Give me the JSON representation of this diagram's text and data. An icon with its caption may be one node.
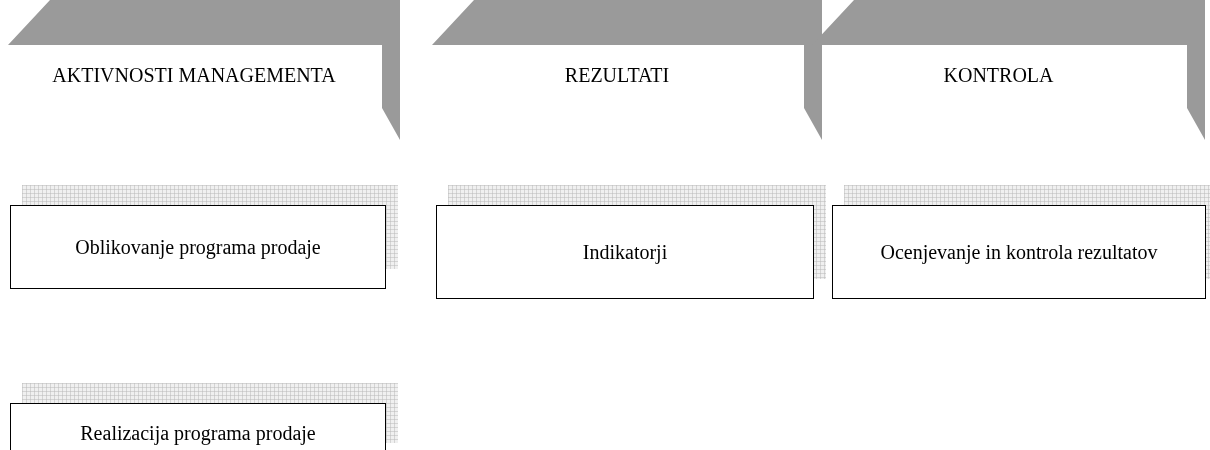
{
  "diagram": {
    "nodes": [
      {
        "text": [
          "AKTIVNOSTI MANAGEMENTA"
        ]
      },
      {
        "text": [
          "REZULTATI"
        ]
      },
      {
        "text": [
          "KONTROLA"
        ]
      },
      {
        "text": [
          "Oblikovanje programa prodaje"
        ]
      },
      {
        "text": [
          "Indikatorji"
        ]
      },
      {
        "text": [
          "Ocenjevanje in kontrola rezultatov"
        ]
      },
      {
        "text": [
          "Realizacija programa prodaje"
        ]
      }
    ],
    "edges": []
  }
}
